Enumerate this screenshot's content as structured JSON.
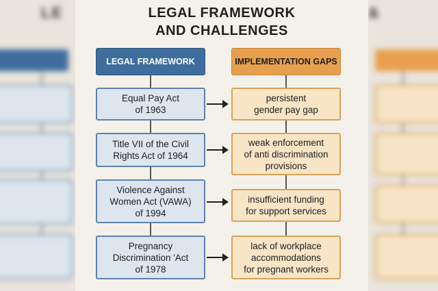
{
  "title_line1": "LEGAL FRAMEWORK",
  "title_line2": "AND CHALLENGES",
  "headers": {
    "legal": "LEGAL FRAMEWORK",
    "gaps": "IMPLEMENTATION GAPS"
  },
  "rows": [
    {
      "law": [
        "Equal Pay Act",
        "of 1963"
      ],
      "gap": [
        "persistent",
        "gender pay gap"
      ]
    },
    {
      "law": [
        "Title VII of the Civil",
        "Rights Act of 1964"
      ],
      "gap": [
        "weak enforcement",
        "of anti discrimination",
        "provisions"
      ]
    },
    {
      "law": [
        "Violence Against",
        "Women Act (VAWA)",
        "of 1994"
      ],
      "gap": [
        "insufficient funding",
        "for support services"
      ]
    },
    {
      "law": [
        "Pregnancy",
        "Discrimination 'Act",
        "of 1978"
      ],
      "gap": [
        "lack of workplace",
        "accommodations",
        "for pregnant workers"
      ]
    }
  ],
  "colors": {
    "legal_header": "#3f6d9e",
    "gaps_header": "#e8a04f",
    "legal_box": "#dde6ef",
    "gap_box": "#f8e5c6"
  }
}
